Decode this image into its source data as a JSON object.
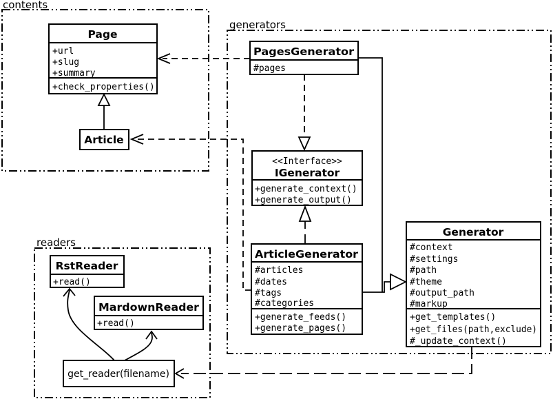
{
  "packages": {
    "contents": {
      "label": "contents"
    },
    "generators": {
      "label": "generators"
    },
    "readers": {
      "label": "readers"
    }
  },
  "classes": {
    "page": {
      "name": "Page",
      "attributes": [
        "+url",
        "+slug",
        "+summary"
      ],
      "methods": [
        "+check_properties()"
      ]
    },
    "article": {
      "name": "Article"
    },
    "pages_generator": {
      "name": "PagesGenerator",
      "attributes": [
        "#pages"
      ]
    },
    "igenerator": {
      "stereotype": "<<Interface>>",
      "name": "IGenerator",
      "methods": [
        "+generate_context()",
        "+generate_output()"
      ]
    },
    "article_generator": {
      "name": "ArticleGenerator",
      "attributes": [
        "#articles",
        "#dates",
        "#tags",
        "#categories"
      ],
      "methods": [
        "+generate_feeds()",
        "+generate_pages()"
      ]
    },
    "generator": {
      "name": "Generator",
      "attributes": [
        "#context",
        "#settings",
        "#path",
        "#theme",
        "#output_path",
        "#markup"
      ],
      "methods": [
        "+get_templates()",
        "+get_files(path,exclude)",
        "#_update_context()"
      ]
    },
    "rst_reader": {
      "name": "RstReader",
      "methods": [
        "+read()"
      ]
    },
    "mardown_reader": {
      "name": "MardownReader",
      "methods": [
        "+read()"
      ]
    },
    "get_reader": {
      "name": "get_reader(filename)"
    }
  },
  "relationships": [
    {
      "from": "Article",
      "to": "Page",
      "type": "inheritance"
    },
    {
      "from": "PagesGenerator",
      "to": "Page",
      "type": "dependency"
    },
    {
      "from": "ArticleGenerator",
      "to": "Article",
      "type": "dependency"
    },
    {
      "from": "PagesGenerator",
      "to": "IGenerator",
      "type": "realization"
    },
    {
      "from": "ArticleGenerator",
      "to": "IGenerator",
      "type": "realization"
    },
    {
      "from": "PagesGenerator",
      "to": "Generator",
      "type": "inheritance"
    },
    {
      "from": "ArticleGenerator",
      "to": "Generator",
      "type": "inheritance"
    },
    {
      "from": "Generator",
      "to": "get_reader(filename)",
      "type": "dependency"
    },
    {
      "from": "get_reader(filename)",
      "to": "RstReader",
      "type": "arrow"
    },
    {
      "from": "get_reader(filename)",
      "to": "MardownReader",
      "type": "arrow"
    }
  ],
  "colors": {
    "stroke": "#000000",
    "background": "#ffffff"
  }
}
